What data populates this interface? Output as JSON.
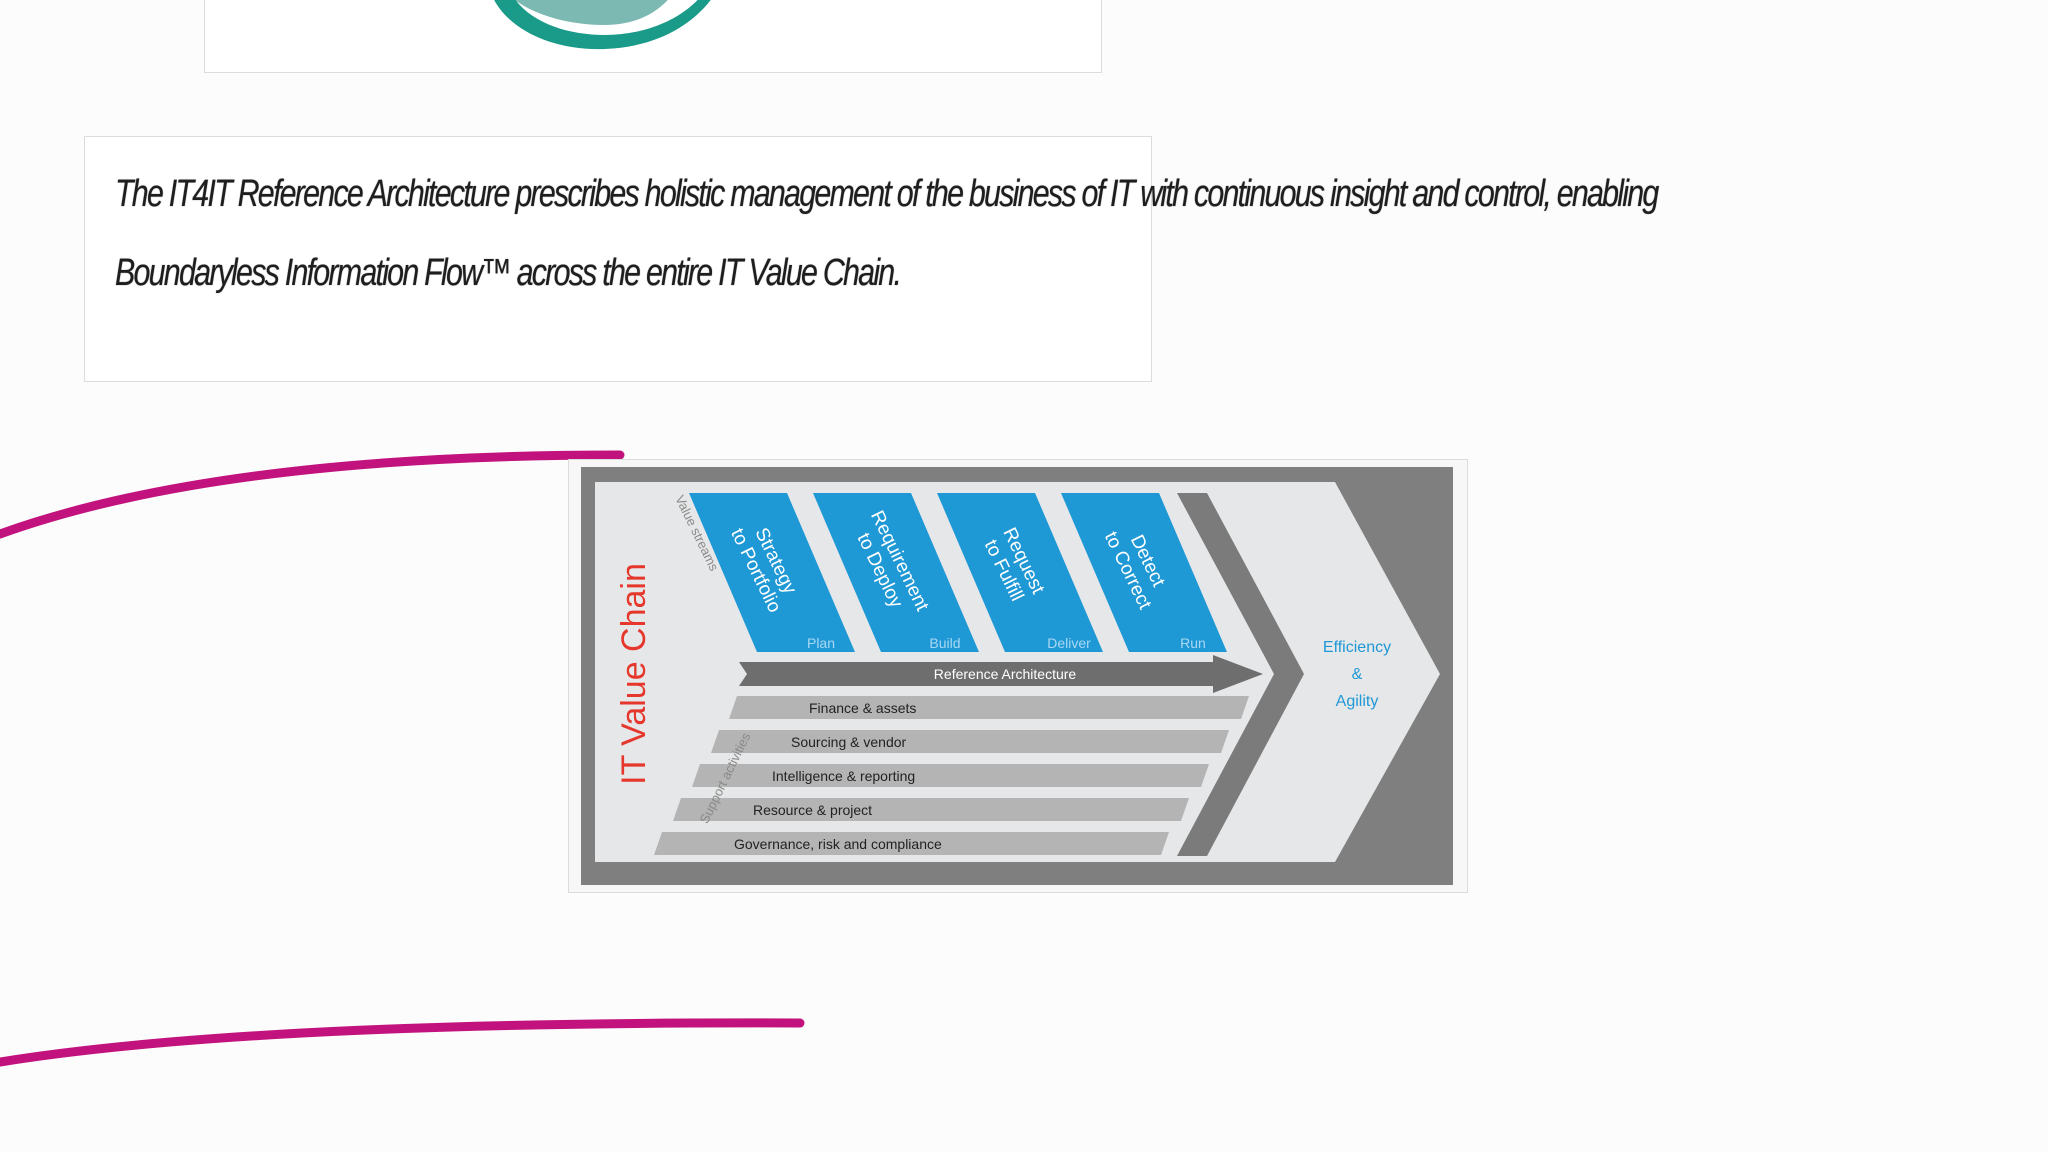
{
  "quote": {
    "line1": "The IT4IT Reference Architecture prescribes holistic management of the business of IT with continuous insight and control, enabling",
    "line2": "Boundaryless Information Flow™ across the entire IT Value Chain."
  },
  "diagram": {
    "title": "IT Value Chain",
    "value_streams_label": "Value streams",
    "support_activities_label": "Support activities",
    "streams": [
      {
        "line1": "Strategy",
        "line2": "to Portfolio",
        "phase": "Plan"
      },
      {
        "line1": "Requirement",
        "line2": "to Deploy",
        "phase": "Build"
      },
      {
        "line1": "Request",
        "line2": "to Fulfill",
        "phase": "Deliver"
      },
      {
        "line1": "Detect",
        "line2": "to Correct",
        "phase": "Run"
      }
    ],
    "reference_architecture": "Reference Architecture",
    "support_rows": [
      "Finance & assets",
      "Sourcing & vendor",
      "Intelligence & reporting",
      "Resource & project",
      "Governance, risk and compliance"
    ],
    "outcome": {
      "line1": "Efficiency",
      "line2": "&",
      "line3": "Agility"
    }
  },
  "colors": {
    "accent_magenta": "#c2127e",
    "logo_teal": "#1a9a88",
    "stream_blue": "#1f98d6",
    "title_red": "#e5372b",
    "outcome_blue": "#1f98d6"
  }
}
